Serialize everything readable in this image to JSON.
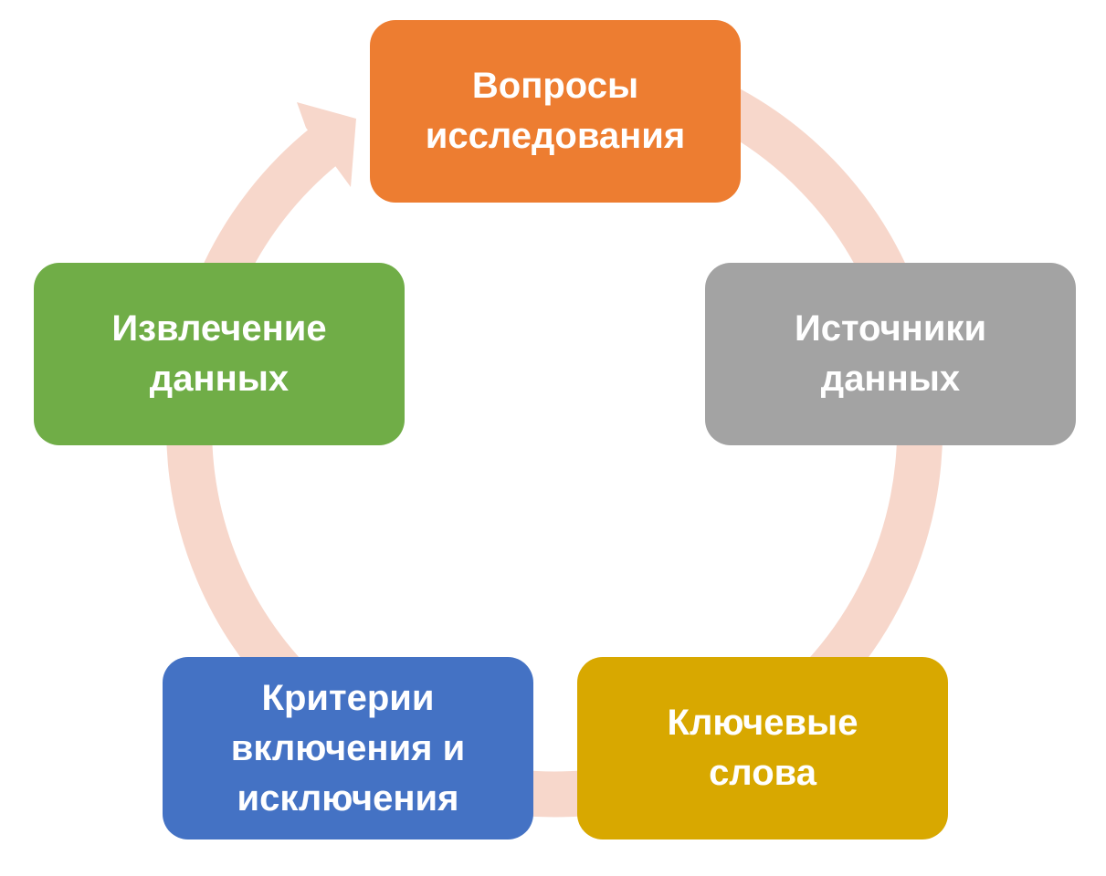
{
  "colors": {
    "ring": "#F7D7CB",
    "orange": "#ED7D31",
    "gray": "#A3A3A3",
    "gold": "#D8A800",
    "blue": "#4472C4",
    "green": "#70AD47"
  },
  "steps": [
    {
      "line1": "Вопросы",
      "line2": "исследования"
    },
    {
      "line1": "Источники",
      "line2": "данных"
    },
    {
      "line1": "Ключевые",
      "line2": "слова"
    },
    {
      "line1": "Критерии",
      "line2": "включения и",
      "line3": "исключения"
    },
    {
      "line1": "Извлечение",
      "line2": "данных"
    }
  ]
}
